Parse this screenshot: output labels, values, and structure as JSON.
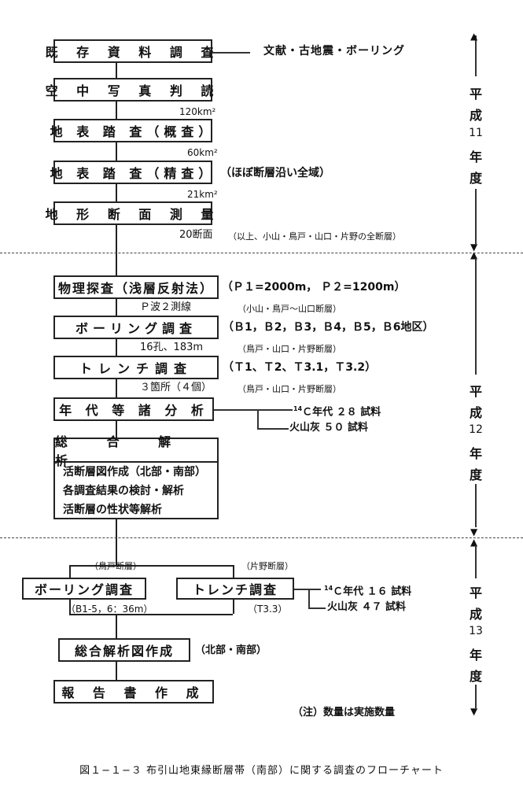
{
  "main_flow": {
    "existing_data": "既 存 資 料 調 査",
    "existing_data_note": "文献・古地震・ボーリング",
    "aerial_photo": "空 中 写 真 判 読",
    "area_120": "120km²",
    "surface_survey_rough": "地 表 踏 査（概査）",
    "area_60": "60km²",
    "surface_survey_detail": "地 表 踏 査（精査）",
    "surface_survey_detail_note": "（ほぼ断層沿い全域）",
    "area_21": "21km²",
    "topo_section": "地 形 断 面 測 量",
    "sections_20": "20断面",
    "sections_note": "（以上、小山・鳥戸・山口・片野の全断層）"
  },
  "fy11": {
    "label_1": "平",
    "label_2": "成",
    "label_num": "11",
    "label_3": "年",
    "label_4": "度"
  },
  "phase2": {
    "geophysics": "物理探査（浅層反射法）",
    "geophysics_note": "（Ｐ１=2000m，  Ｐ２=1200m）",
    "p_wave": "Ｐ波２測線",
    "p_wave_note": "（小山・鳥戸〜山口断層）",
    "boring": "ボーリング調査",
    "boring_note": "（Ｂ1，Ｂ2，Ｂ3，Ｂ4，Ｂ5，Ｂ6地区）",
    "boring_count": "16孔、183m",
    "boring_count_note": "（鳥戸・山口・片野断層）",
    "trench": "トレンチ調査",
    "trench_note": "（Ｔ1、Ｔ2、Ｔ3.1，Ｔ3.2）",
    "trench_count": "３箇所（４個）",
    "trench_count_note": "（鳥戸・山口・片野断層）",
    "dating": "年 代 等 諸 分 析",
    "c14_prefix": "14",
    "c14": "Ｃ年代  ２８  試料",
    "ash": "火山灰    ５０    試料"
  },
  "summary": {
    "head": "総 合 解 析",
    "row1": "活断層図作成（北部・南部）",
    "row2": "各調査結果の検討・解析",
    "row3": "活断層の性状等解析"
  },
  "fy12": {
    "label_1": "平",
    "label_2": "成",
    "label_num": "12",
    "label_3": "年",
    "label_4": "度"
  },
  "phase3": {
    "toriko_label": "（鳥戸断層）",
    "katano_label": "（片野断層）",
    "boring": "ボーリング調査",
    "trench": "トレンチ調査",
    "c14_prefix": "14",
    "c14": "Ｃ年代  １６  試料",
    "ash": "火山灰    ４７    試料",
    "boring_note": "（B1-5，6：36m）",
    "trench_note": "（T3.3）",
    "summary_map": "総合解析図作成",
    "summary_map_note": "（北部・南部）",
    "report": "報 告 書 作 成",
    "footnote": "（注）数量は実施数量"
  },
  "fy13": {
    "label_1": "平",
    "label_2": "成",
    "label_num": "13",
    "label_3": "年",
    "label_4": "度"
  },
  "caption": "図１−１−３  布引山地東縁断層帯（南部）に関する調査のフローチャート"
}
